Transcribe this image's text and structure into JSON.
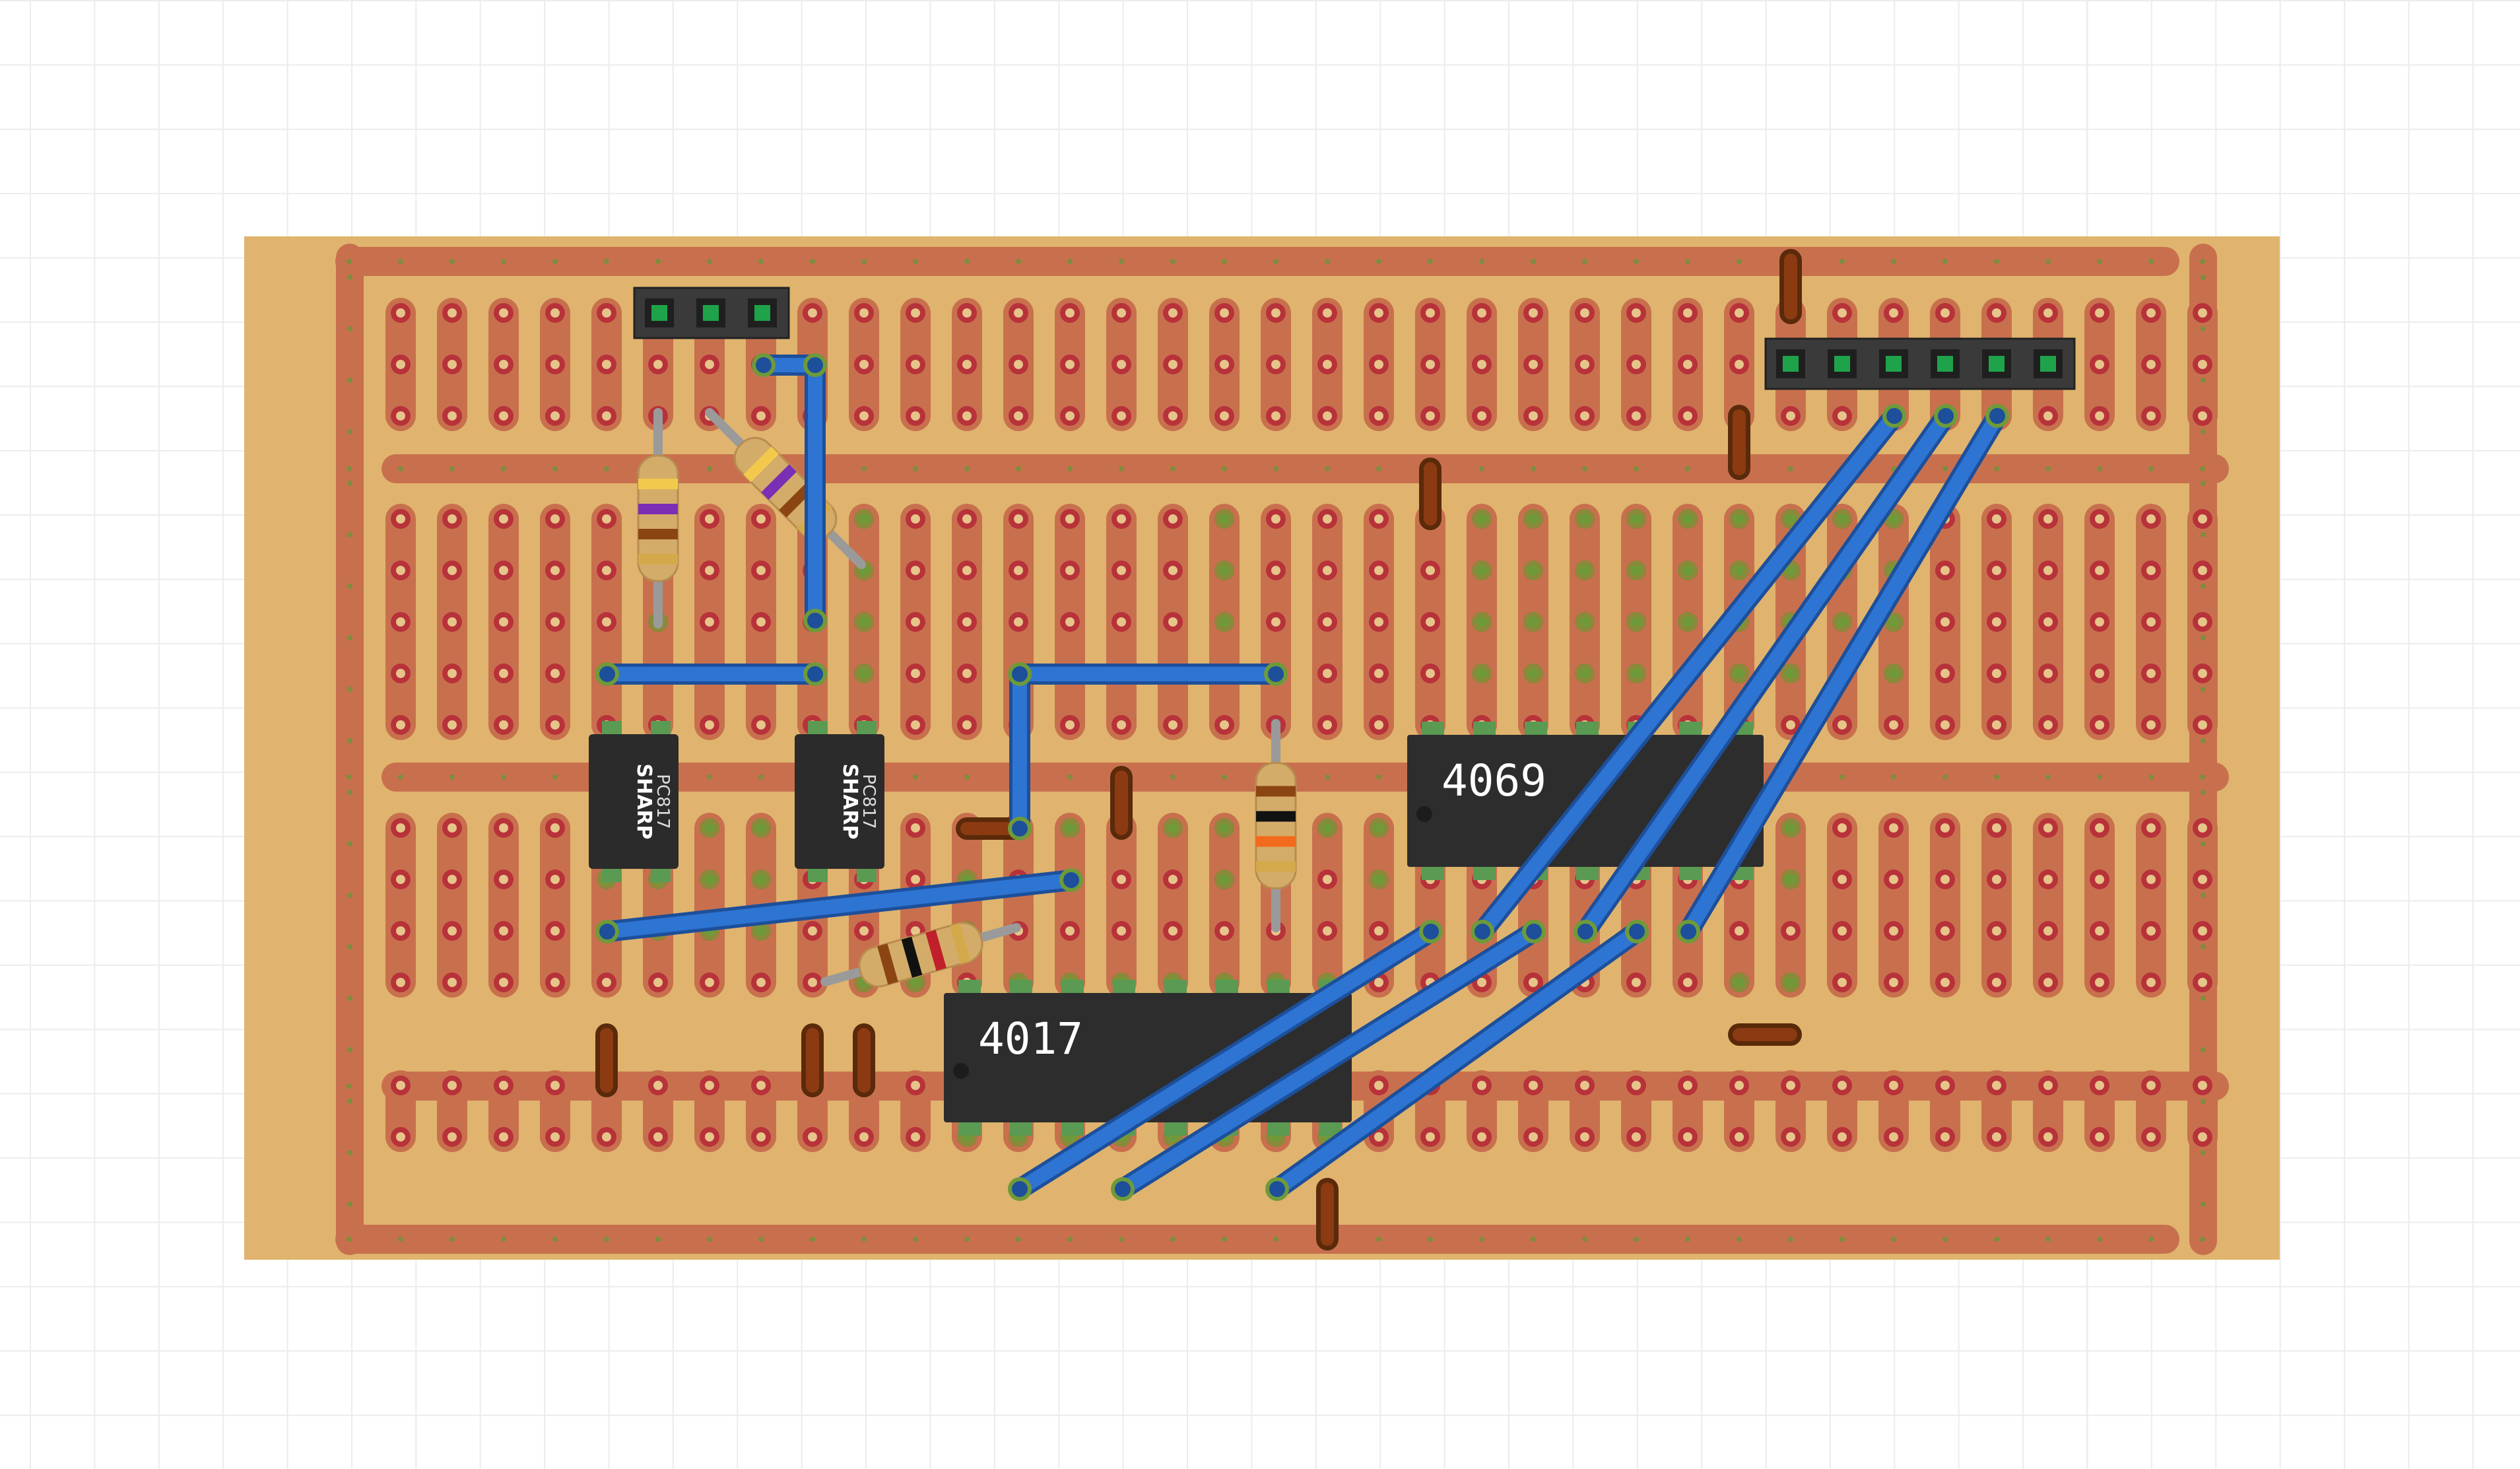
{
  "board": {
    "type": "stripboard",
    "board_color": "#E0B46E",
    "strip_color": "#C8704E",
    "hole_color": "#B8323A",
    "wire_color": "#2E74D2"
  },
  "ics": [
    {
      "id": "ic-4017",
      "label": "4017",
      "name": "ic-4017"
    },
    {
      "id": "ic-4069",
      "label": "4069",
      "name": "ic-4069"
    }
  ],
  "optocouplers": [
    {
      "id": "opto-1",
      "brand": "SHARP",
      "model": "PC817"
    },
    {
      "id": "opto-2",
      "brand": "SHARP",
      "model": "PC817"
    }
  ],
  "headers": [
    {
      "id": "header-3pin",
      "pins": 3
    },
    {
      "id": "header-6pin",
      "pins": 6
    }
  ],
  "resistors": [
    {
      "id": "r1",
      "bands": [
        "#F2C94C",
        "#7A2FB5",
        "#8B4513",
        "#D4A94C"
      ]
    },
    {
      "id": "r2",
      "bands": [
        "#F2C94C",
        "#7A2FB5",
        "#8B4513",
        "#D4A94C"
      ]
    },
    {
      "id": "r3",
      "bands": [
        "#8B4513",
        "#111111",
        "#F26A1B",
        "#D4A94C"
      ]
    },
    {
      "id": "r4",
      "bands": [
        "#8B4513",
        "#111111",
        "#C0202A",
        "#D4A94C"
      ]
    }
  ]
}
